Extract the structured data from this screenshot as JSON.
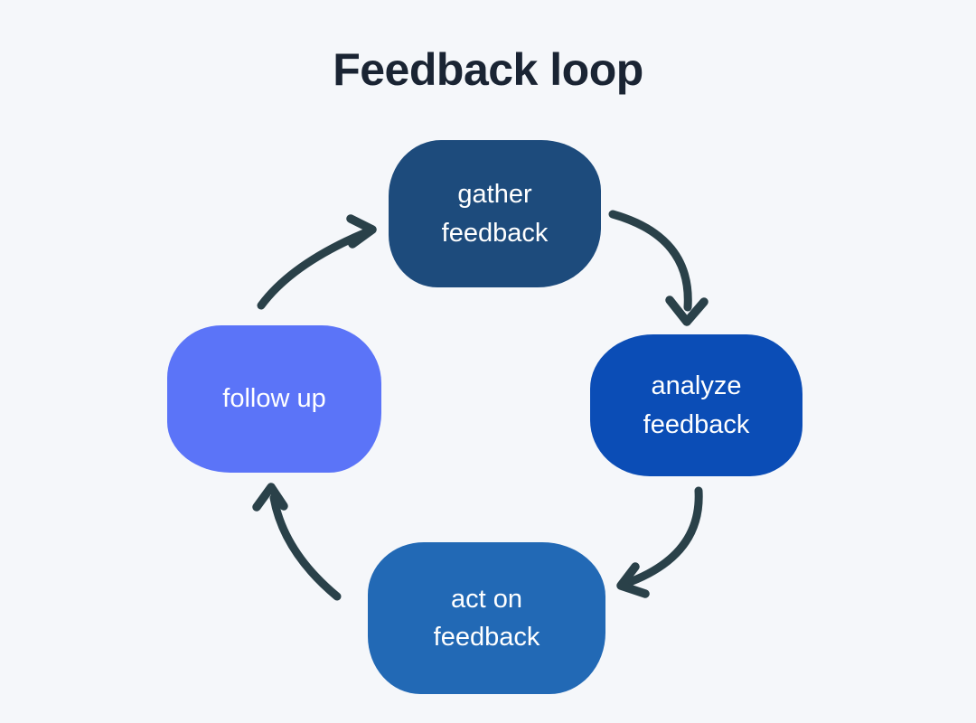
{
  "title": "Feedback loop",
  "colors": {
    "background": "#f5f7fa",
    "title": "#1a2433",
    "arrow": "#2a4149",
    "node_text": "#ffffff"
  },
  "diagram": {
    "nodes": [
      {
        "id": "gather-feedback",
        "label": "gather feedback",
        "lines": [
          "gather",
          "feedback"
        ],
        "color": "#1d4b7c"
      },
      {
        "id": "analyze-feedback",
        "label": "analyze feedback",
        "lines": [
          "analyze",
          "feedback"
        ],
        "color": "#0b4db6"
      },
      {
        "id": "act-on-feedback",
        "label": "act on feedback",
        "lines": [
          "act on",
          "feedback"
        ],
        "color": "#2269b5"
      },
      {
        "id": "follow-up",
        "label": "follow up",
        "lines": [
          "follow up"
        ],
        "color": "#5b74f8"
      }
    ],
    "arrows": [
      {
        "from": "gather-feedback",
        "to": "analyze-feedback"
      },
      {
        "from": "analyze-feedback",
        "to": "act-on-feedback"
      },
      {
        "from": "act-on-feedback",
        "to": "follow-up"
      },
      {
        "from": "follow-up",
        "to": "gather-feedback"
      }
    ]
  }
}
